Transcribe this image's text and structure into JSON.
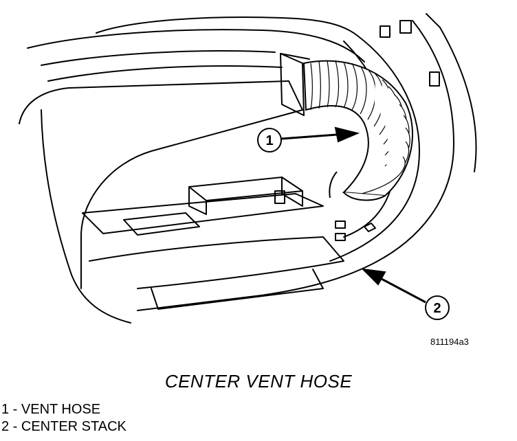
{
  "figure_id": "811194a3",
  "caption": "CENTER VENT HOSE",
  "callouts": [
    {
      "number": "1"
    },
    {
      "number": "2"
    }
  ],
  "legend": [
    {
      "text": "1 - VENT HOSE"
    },
    {
      "text": "2 - CENTER STACK"
    }
  ]
}
